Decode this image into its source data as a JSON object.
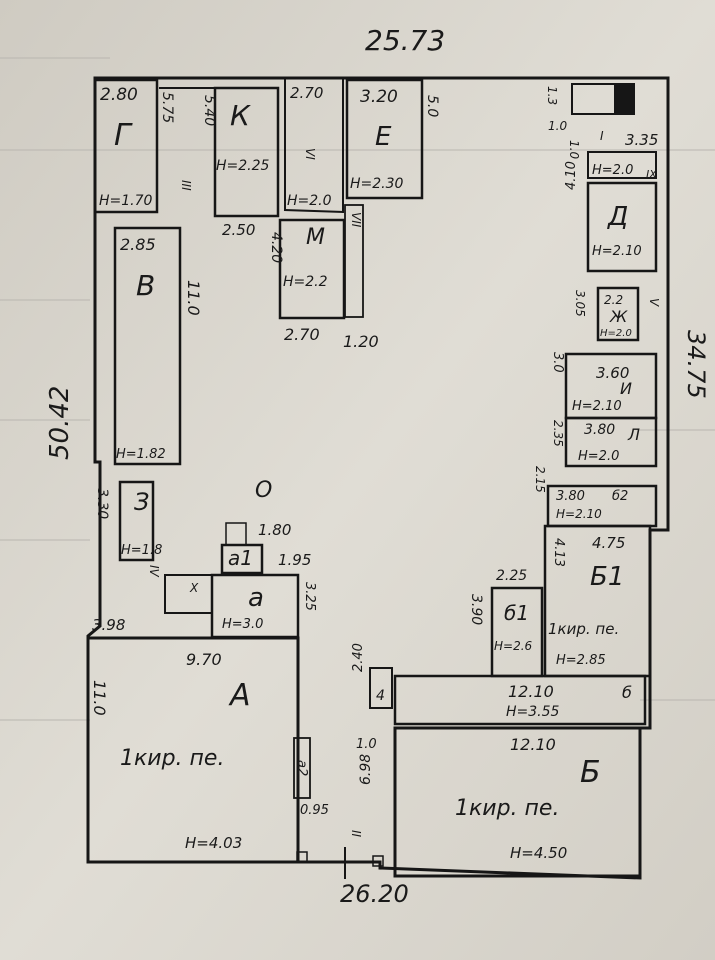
{
  "plan": {
    "outer_dims": {
      "top": "25.73",
      "bottom": "26.20",
      "left": "50.42",
      "right": "34.75"
    },
    "yard_label": "О",
    "buildings": [
      {
        "id": "G",
        "letter": "Г",
        "dims": [
          "2.80",
          "5.75"
        ],
        "height": "Н=1.70"
      },
      {
        "id": "K",
        "letter": "К",
        "dims": [
          "5.40",
          "2.50"
        ],
        "height": "Н=2.25"
      },
      {
        "id": "center-small",
        "letter": "",
        "dims": [
          "2.70"
        ],
        "height": "Н=2.0"
      },
      {
        "id": "E",
        "letter": "Е",
        "dims": [
          "3.20",
          "5.0"
        ],
        "height": "Н=2.30"
      },
      {
        "id": "M",
        "letter": "М",
        "dims": [
          "4.20",
          "2.70",
          "1.20"
        ],
        "height": "Н=2.2"
      },
      {
        "id": "V",
        "letter": "В",
        "dims": [
          "2.85",
          "11.0"
        ],
        "height": "Н=1.82"
      },
      {
        "id": "Z",
        "letter": "З",
        "dims": [
          "3.30"
        ],
        "height": "Н=1.8"
      },
      {
        "id": "a1",
        "letter": "а1",
        "dims": [
          "1.80"
        ],
        "height": ""
      },
      {
        "id": "a",
        "letter": "а",
        "dims": [
          "1.95",
          "3.25"
        ],
        "height": "Н=3.0"
      },
      {
        "id": "A",
        "letter": "А",
        "dims": [
          "3.98",
          "9.70",
          "11.0"
        ],
        "height": "Н=4.03",
        "note": "1кир. пе."
      },
      {
        "id": "D",
        "letter": "Д",
        "dims": [
          "4.10"
        ],
        "height": "Н=2.10"
      },
      {
        "id": "top-right",
        "letter": "",
        "dims": [
          "1.3",
          "1.0",
          "3.35",
          "1.0"
        ],
        "height": "Н=2.0"
      },
      {
        "id": "Zh",
        "letter": "Ж",
        "dims": [
          "2.2",
          "3.05"
        ],
        "height": "Н=2.0"
      },
      {
        "id": "I",
        "letter": "И",
        "dims": [
          "3.60",
          "3.0"
        ],
        "height": "Н=2.10"
      },
      {
        "id": "L",
        "letter": "Л",
        "dims": [
          "3.80",
          "2.35"
        ],
        "height": "Н=2.0"
      },
      {
        "id": "b2",
        "letter": "б2",
        "dims": [
          "3.80",
          "2.15"
        ],
        "height": "Н=2.10"
      },
      {
        "id": "B1",
        "letter": "Б1",
        "dims": [
          "4.75",
          "4.13"
        ],
        "height": "Н=2.85",
        "note": "1кир. пе."
      },
      {
        "id": "b1",
        "letter": "б1",
        "dims": [
          "2.25",
          "3.90"
        ],
        "height": "Н=2.6"
      },
      {
        "id": "b",
        "letter": "б",
        "dims": [
          "12.10"
        ],
        "height": "Н=3.55"
      },
      {
        "id": "B",
        "letter": "Б",
        "dims": [
          "12.10",
          "6.98"
        ],
        "height": "Н=4.50",
        "note": "1кир. пе."
      },
      {
        "id": "stairs-4",
        "letter": "4",
        "dims": [
          "2.40",
          "1.0"
        ],
        "height": ""
      },
      {
        "id": "stairs-a2",
        "letter": "а2",
        "dims": [
          "0.95"
        ],
        "height": ""
      }
    ],
    "fences": [
      "I",
      "II",
      "III",
      "IV",
      "V",
      "VI",
      "VII",
      "IX",
      "X"
    ]
  }
}
